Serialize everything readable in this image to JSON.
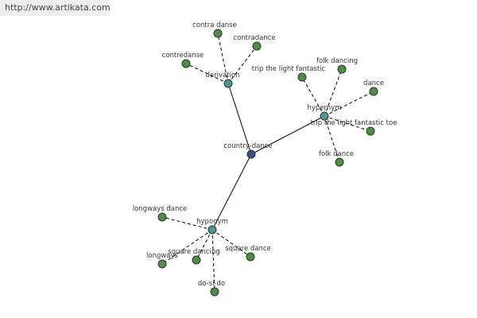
{
  "watermark": "http://www.artikata.com",
  "colors": {
    "center": "#3b4a8c",
    "relation": "#4f9499",
    "term": "#4f8f45"
  },
  "nodes": [
    {
      "id": "center",
      "label": "country-dance",
      "kind": "center"
    },
    {
      "id": "derivation",
      "label": "derivation",
      "kind": "relation"
    },
    {
      "id": "hypernym",
      "label": "hypernym",
      "kind": "relation"
    },
    {
      "id": "hyponym",
      "label": "hyponym",
      "kind": "relation"
    },
    {
      "id": "contra-danse",
      "label": "contra danse",
      "kind": "term"
    },
    {
      "id": "contradance",
      "label": "contradance",
      "kind": "term"
    },
    {
      "id": "contredanse",
      "label": "contredanse",
      "kind": "term"
    },
    {
      "id": "folk-dancing",
      "label": "folk dancing",
      "kind": "term"
    },
    {
      "id": "trip-light-fantastic",
      "label": "trip the light fantastic",
      "kind": "term"
    },
    {
      "id": "dance",
      "label": "dance",
      "kind": "term"
    },
    {
      "id": "trip-light-fantastic-toe",
      "label": "trip the light fantastic toe",
      "kind": "term"
    },
    {
      "id": "folk-dance",
      "label": "folk dance",
      "kind": "term"
    },
    {
      "id": "longways-dance",
      "label": "longways dance",
      "kind": "term"
    },
    {
      "id": "longways",
      "label": "longways",
      "kind": "term"
    },
    {
      "id": "square-dancing",
      "label": "square dancing",
      "kind": "term"
    },
    {
      "id": "square-dance",
      "label": "square dance",
      "kind": "term"
    },
    {
      "id": "do-si-do",
      "label": "do-si-do",
      "kind": "term"
    }
  ],
  "edges": [
    {
      "from": "center",
      "to": "derivation",
      "style": "solid"
    },
    {
      "from": "center",
      "to": "hypernym",
      "style": "solid"
    },
    {
      "from": "center",
      "to": "hyponym",
      "style": "solid"
    },
    {
      "from": "derivation",
      "to": "contra-danse",
      "style": "dashed"
    },
    {
      "from": "derivation",
      "to": "contradance",
      "style": "dashed"
    },
    {
      "from": "derivation",
      "to": "contredanse",
      "style": "dashed"
    },
    {
      "from": "hypernym",
      "to": "folk-dancing",
      "style": "dashed"
    },
    {
      "from": "hypernym",
      "to": "trip-light-fantastic",
      "style": "dashed"
    },
    {
      "from": "hypernym",
      "to": "dance",
      "style": "dashed"
    },
    {
      "from": "hypernym",
      "to": "trip-light-fantastic-toe",
      "style": "dashed"
    },
    {
      "from": "hypernym",
      "to": "folk-dance",
      "style": "dashed"
    },
    {
      "from": "hyponym",
      "to": "longways-dance",
      "style": "dashed"
    },
    {
      "from": "hyponym",
      "to": "longways",
      "style": "dashed"
    },
    {
      "from": "hyponym",
      "to": "square-dancing",
      "style": "dashed"
    },
    {
      "from": "hyponym",
      "to": "square-dance",
      "style": "dashed"
    },
    {
      "from": "hyponym",
      "to": "do-si-do",
      "style": "dashed"
    }
  ]
}
